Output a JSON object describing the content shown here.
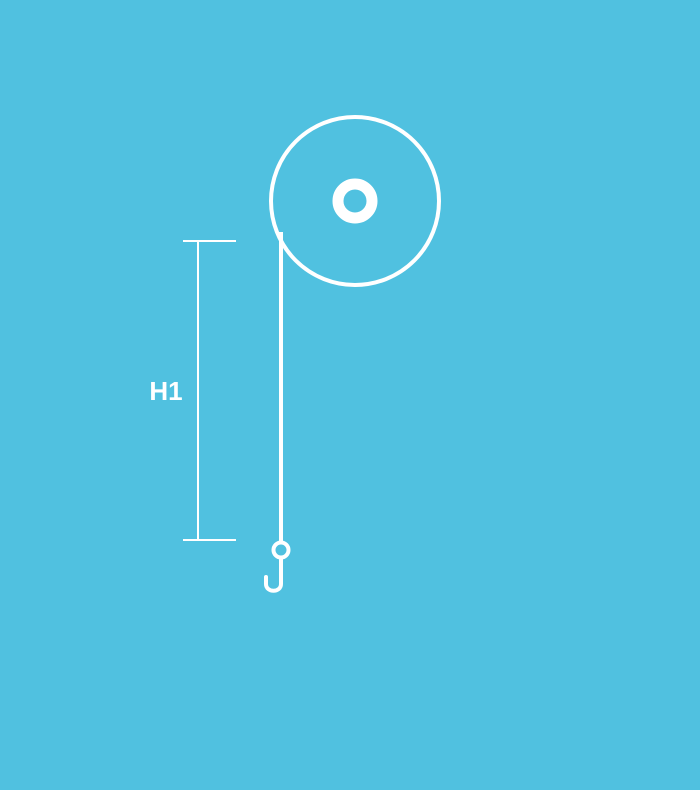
{
  "diagram": {
    "dimension_label": "H1",
    "colors": {
      "background": "#50c1e0",
      "stroke": "#ffffff"
    },
    "elements": [
      "pulley-wheel",
      "pulley-axle",
      "rope",
      "hook",
      "height-dimension"
    ]
  }
}
